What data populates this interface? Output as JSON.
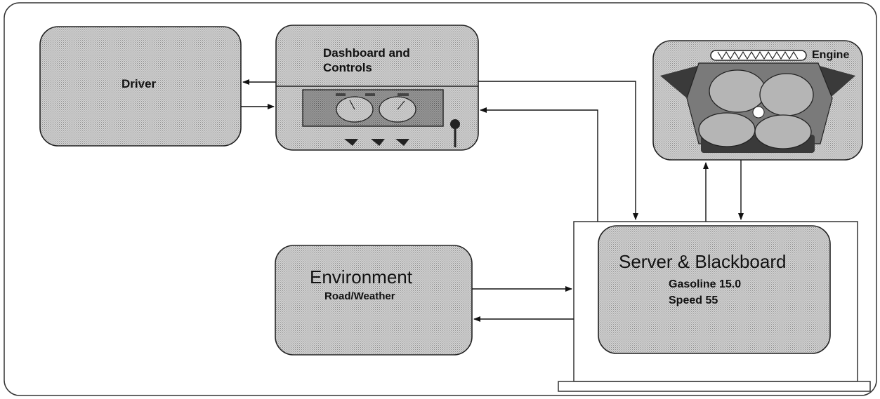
{
  "driver": {
    "label": "Driver"
  },
  "dashboard": {
    "label_line1": "Dashboard and",
    "label_line2": "Controls"
  },
  "engine": {
    "label": "Engine"
  },
  "environment": {
    "title": "Environment",
    "subtitle": "Road/Weather"
  },
  "server": {
    "title": "Server & Blackboard",
    "gasoline_line": "Gasoline 15.0",
    "speed_line": "Speed 55"
  },
  "colors": {
    "box_fill": "#c8c8c8",
    "box_stroke": "#222222",
    "engine_dark": "#3a3a3a",
    "engine_mid": "#7a7a7a",
    "engine_light": "#b5b5b5"
  }
}
